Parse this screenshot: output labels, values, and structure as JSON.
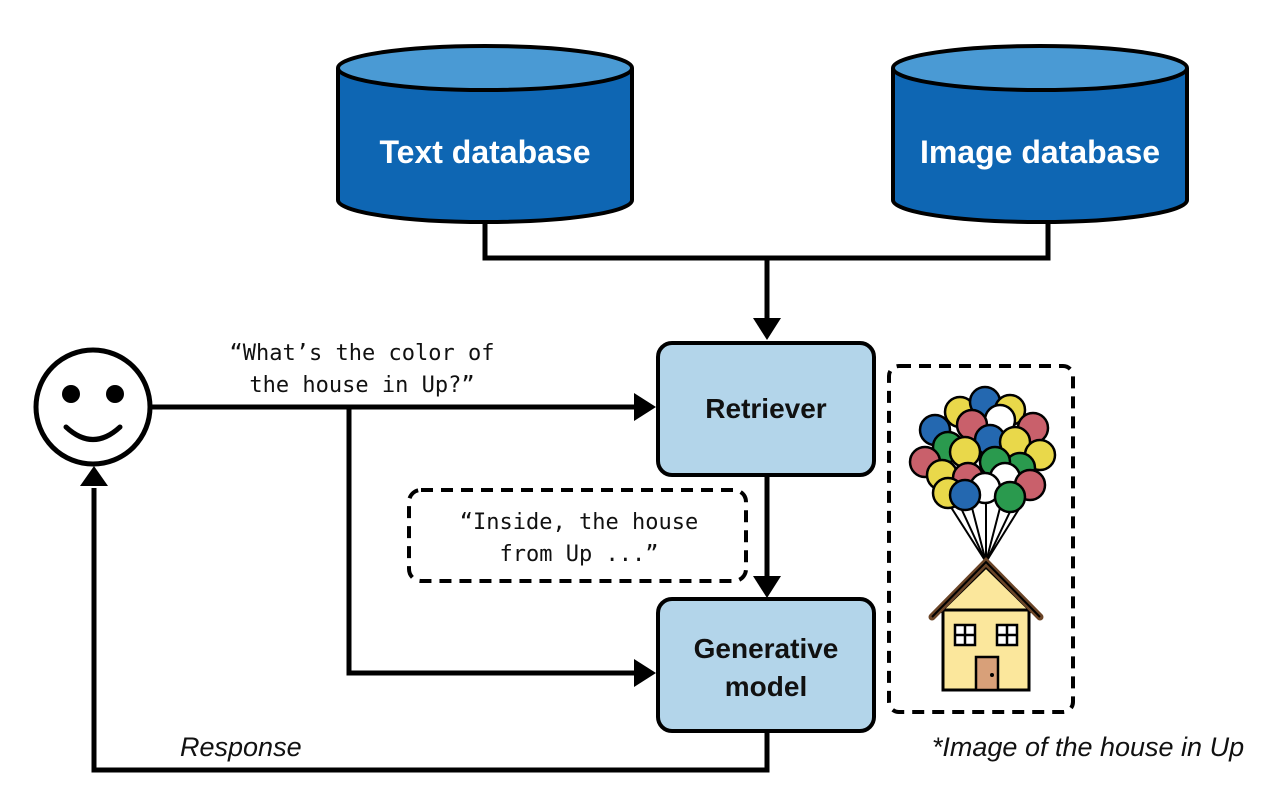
{
  "databases": {
    "text": "Text database",
    "image": "Image database"
  },
  "retriever": "Retriever",
  "generative_model": [
    "Generative",
    "model"
  ],
  "query": [
    "“What’s the color of",
    "the house in Up?”"
  ],
  "retrieved_text": [
    "“Inside, the house",
    "from Up ...”"
  ],
  "response": "Response",
  "image_caption": "*Image of the house in Up",
  "colors": {
    "database_fill": "#0e66b3",
    "database_top": "#4a9ad4",
    "box_fill": "#b3d5ea",
    "house": "#fbe79c",
    "roof": "#6b4528",
    "door": "#d8a079"
  }
}
